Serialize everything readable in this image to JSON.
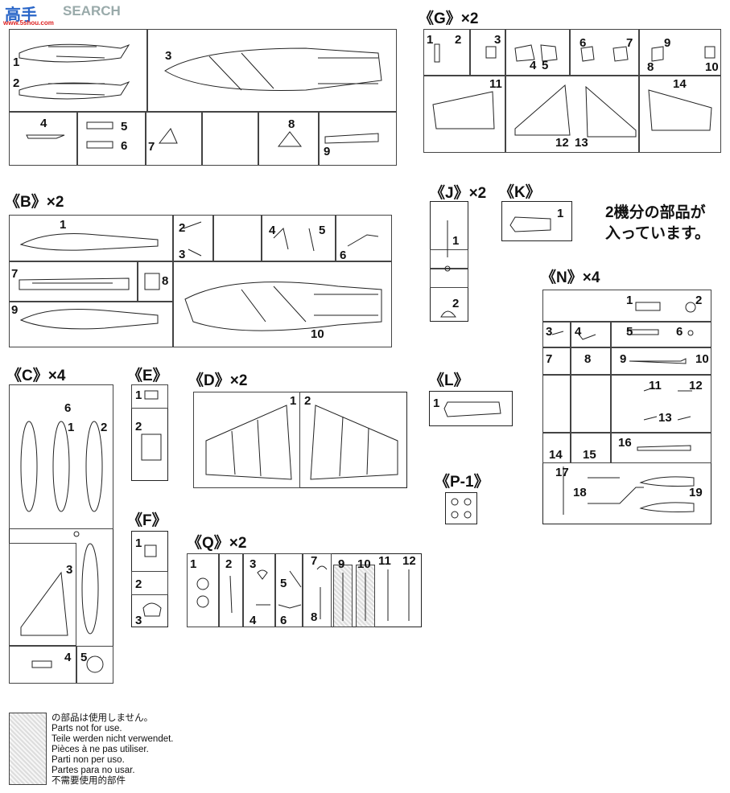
{
  "watermark": {
    "logo": "高手",
    "site": "www.5shou.com",
    "search": "SEARCH"
  },
  "top_sprue": {
    "parts": [
      "1",
      "2",
      "3",
      "4",
      "5",
      "6",
      "7",
      "8",
      "9"
    ]
  },
  "G": {
    "title": "《G》×2",
    "parts": [
      "1",
      "2",
      "3",
      "4",
      "5",
      "6",
      "7",
      "8",
      "9",
      "10",
      "11",
      "12",
      "13",
      "14"
    ]
  },
  "B": {
    "title": "《B》×2",
    "parts": [
      "1",
      "2",
      "3",
      "4",
      "5",
      "6",
      "7",
      "8",
      "9",
      "10"
    ]
  },
  "J": {
    "title": "《J》×2",
    "parts": [
      "1",
      "2"
    ]
  },
  "K": {
    "title": "《K》",
    "parts": [
      "1"
    ]
  },
  "note": {
    "line1": "2機分の部品が",
    "line2": "入っています。"
  },
  "N": {
    "title": "《N》×4",
    "parts": [
      "1",
      "2",
      "3",
      "4",
      "5",
      "6",
      "7",
      "8",
      "9",
      "10",
      "11",
      "12",
      "13",
      "14",
      "15",
      "16",
      "17",
      "18",
      "19"
    ]
  },
  "C": {
    "title": "《C》×4",
    "parts": [
      "1",
      "2",
      "3",
      "4",
      "5",
      "6"
    ]
  },
  "E": {
    "title": "《E》",
    "parts": [
      "1",
      "2"
    ]
  },
  "D": {
    "title": "《D》×2",
    "parts": [
      "1",
      "2"
    ]
  },
  "L": {
    "title": "《L》",
    "parts": [
      "1"
    ]
  },
  "P": {
    "title": "《P-1》"
  },
  "F": {
    "title": "《F》",
    "parts": [
      "1",
      "2",
      "3"
    ]
  },
  "Q": {
    "title": "《Q》×2",
    "parts": [
      "1",
      "2",
      "3",
      "4",
      "5",
      "6",
      "7",
      "8",
      "9",
      "10",
      "11",
      "12"
    ]
  },
  "legend": {
    "lines": [
      "の部品は使用しません。",
      "Parts not for use.",
      "Teile werden nicht verwendet.",
      "Pièces à ne pas utiliser.",
      "Parti non per uso.",
      "Partes para no usar.",
      "不需要使用的部件"
    ]
  }
}
